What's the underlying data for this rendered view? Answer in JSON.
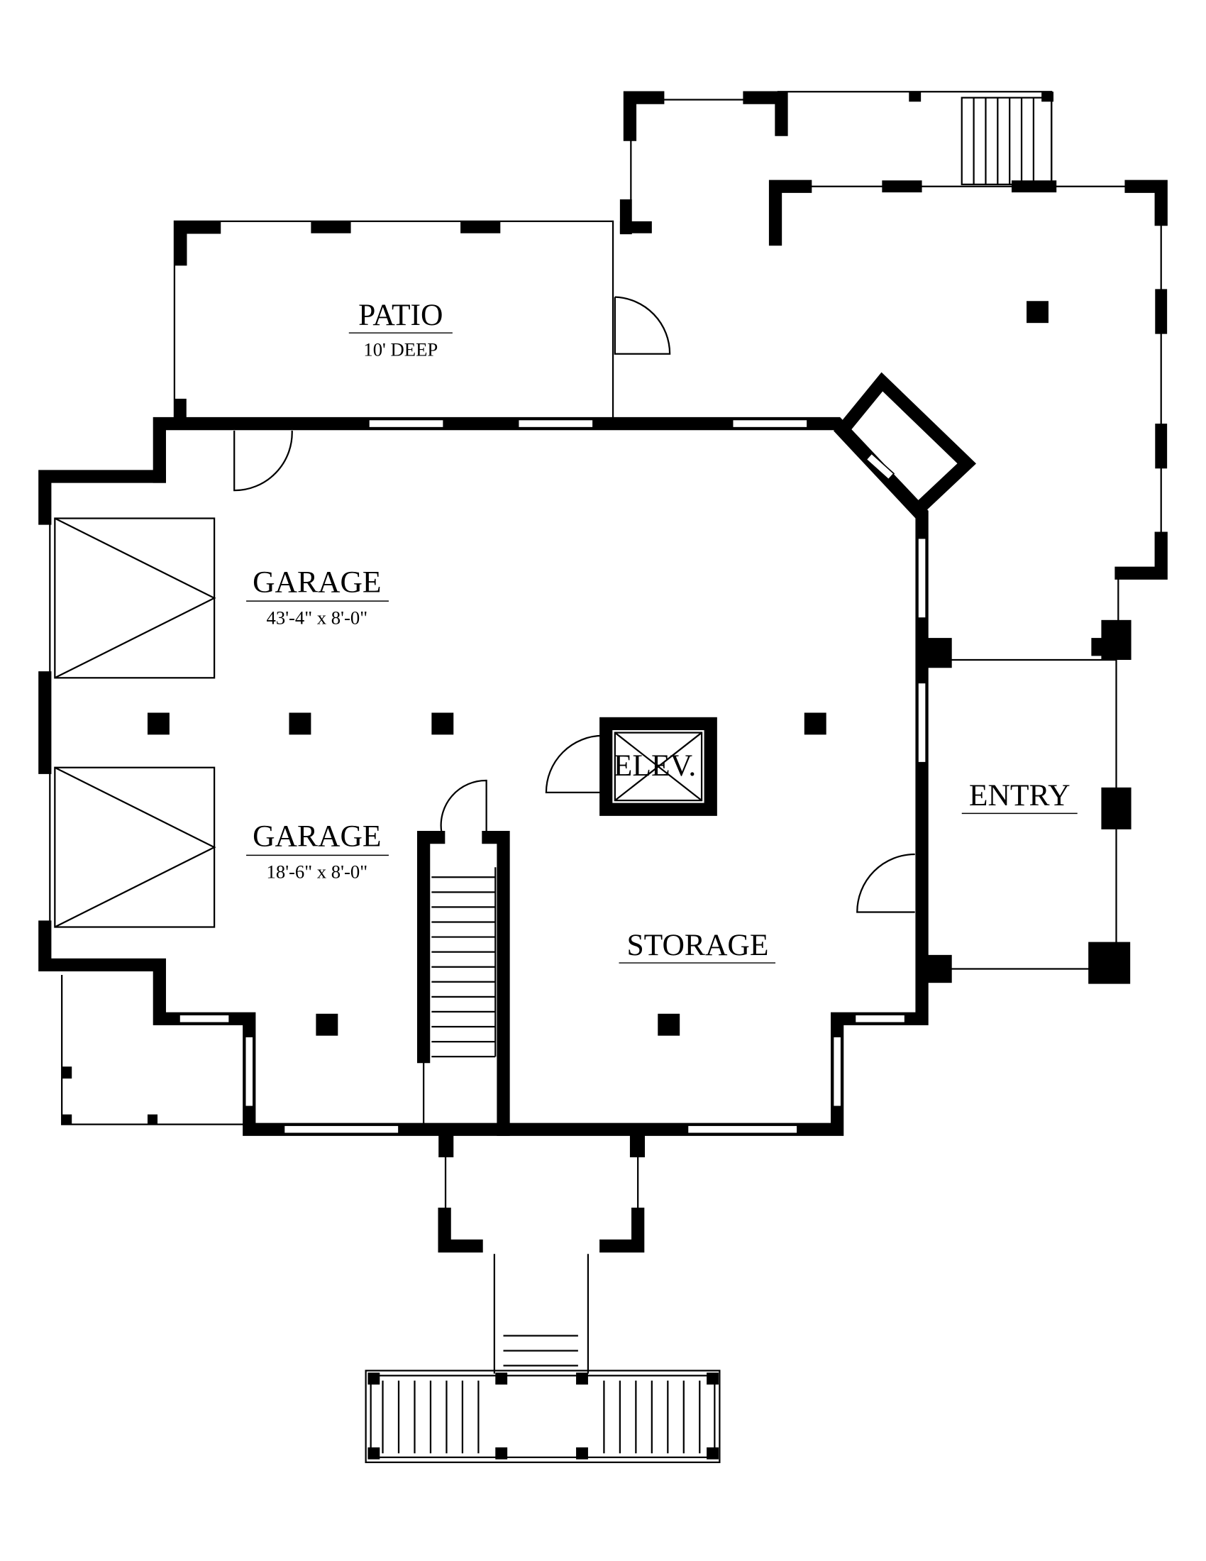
{
  "plan": {
    "patio": {
      "name": "PATIO",
      "size": "10' DEEP"
    },
    "garage_1": {
      "name": "GARAGE",
      "size": "43'-4\" x 8'-0\""
    },
    "garage_2": {
      "name": "GARAGE",
      "size": "18'-6\" x 8'-0\""
    },
    "elevator": {
      "name": "ELEV."
    },
    "storage": {
      "name": "STORAGE"
    },
    "entry": {
      "name": "ENTRY"
    }
  }
}
